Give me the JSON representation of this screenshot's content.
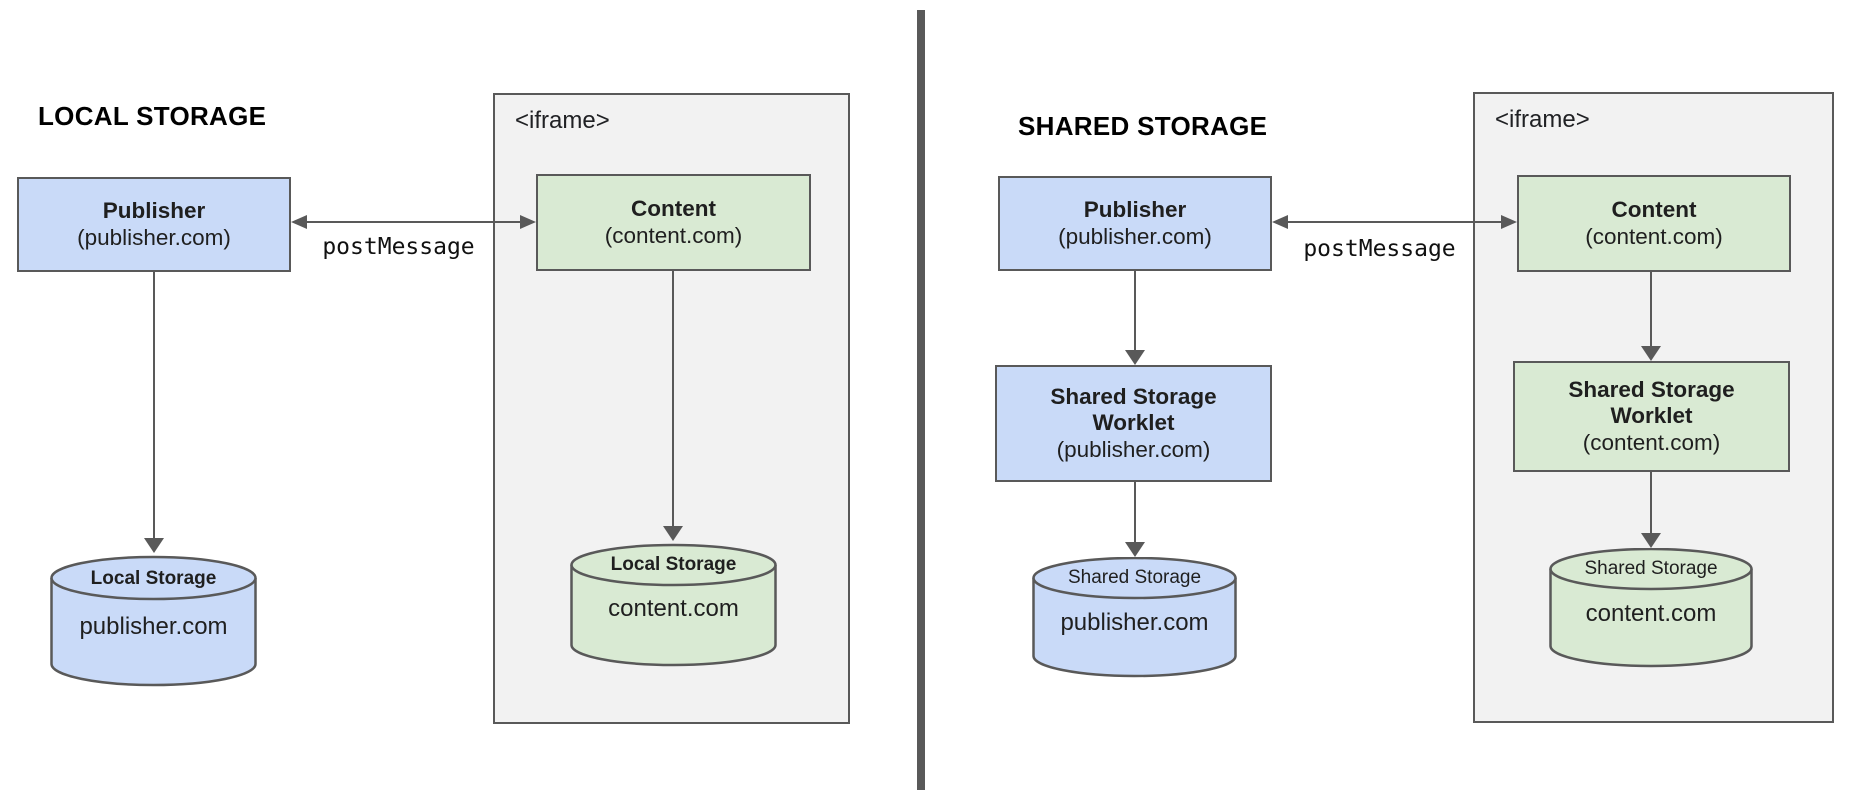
{
  "colors": {
    "publisher_fill": "#c9daf8",
    "content_fill": "#d9ead3",
    "iframe_fill": "#f2f2f2",
    "border": "#595959",
    "arrow": "#595959",
    "divider": "#595959"
  },
  "left": {
    "title": "LOCAL STORAGE",
    "publisher": {
      "name": "Publisher",
      "origin": "(publisher.com)"
    },
    "post_message_label": "postMessage",
    "iframe_label": "<iframe>",
    "content": {
      "name": "Content",
      "origin": "(content.com)"
    },
    "publisher_storage": {
      "label": "Local Storage",
      "domain": "publisher.com"
    },
    "content_storage": {
      "label": "Local Storage",
      "domain": "content.com"
    }
  },
  "right": {
    "title": "SHARED STORAGE",
    "publisher": {
      "name": "Publisher",
      "origin": "(publisher.com)"
    },
    "post_message_label": "postMessage",
    "iframe_label": "<iframe>",
    "content": {
      "name": "Content",
      "origin": "(content.com)"
    },
    "publisher_worklet": {
      "name": "Shared Storage Worklet",
      "origin": "(publisher.com)"
    },
    "content_worklet": {
      "name": "Shared Storage Worklet",
      "origin": "(content.com)"
    },
    "publisher_storage": {
      "label": "Shared Storage",
      "domain": "publisher.com"
    },
    "content_storage": {
      "label": "Shared Storage",
      "domain": "content.com"
    }
  }
}
